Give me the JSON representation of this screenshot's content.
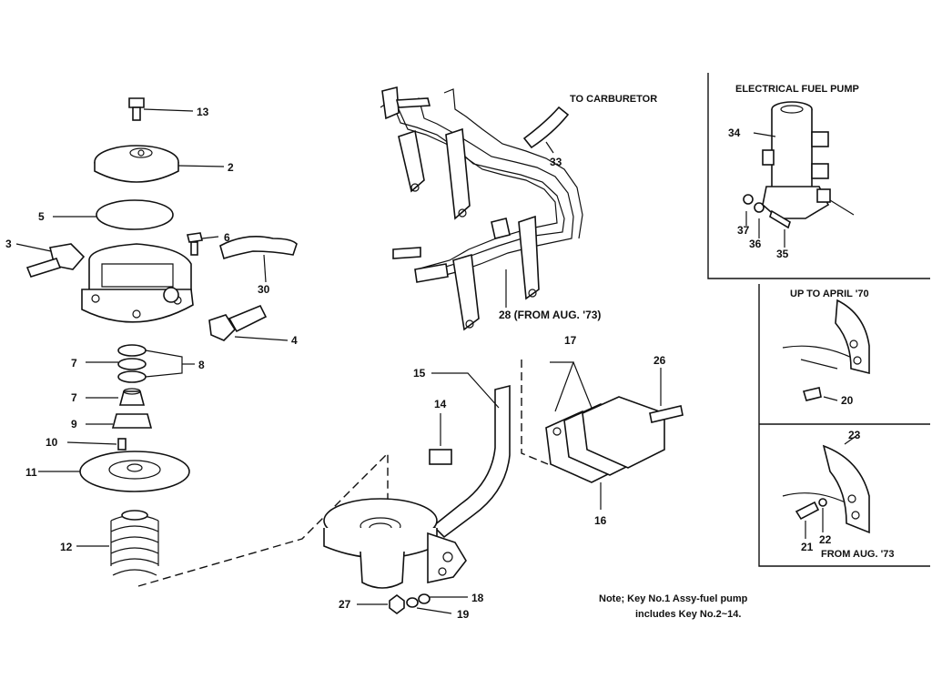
{
  "captions": {
    "to_carburetor": "TO CARBURETOR",
    "electrical_fuel_pump": "ELECTRICAL FUEL PUMP",
    "up_to_april_70": "UP TO APRIL '70",
    "from_aug_73": "FROM AUG. '73",
    "from_aug_73_line": "28 (FROM AUG. '73)"
  },
  "note": {
    "line1": "Note; Key No.1 Assy-fuel pump",
    "line2": "includes Key No.2~14."
  },
  "callouts": {
    "n2": "2",
    "n3": "3",
    "n4": "4",
    "n5": "5",
    "n6": "6",
    "n7a": "7",
    "n7b": "7",
    "n8": "8",
    "n9": "9",
    "n10": "10",
    "n11": "11",
    "n12": "12",
    "n13": "13",
    "n14": "14",
    "n15": "15",
    "n16": "16",
    "n17": "17",
    "n18": "18",
    "n19": "19",
    "n20": "20",
    "n21": "21",
    "n22": "22",
    "n23": "23",
    "n26": "26",
    "n27": "27",
    "n30": "30",
    "n33": "33",
    "n34": "34",
    "n35": "35",
    "n36": "36",
    "n37": "37"
  }
}
